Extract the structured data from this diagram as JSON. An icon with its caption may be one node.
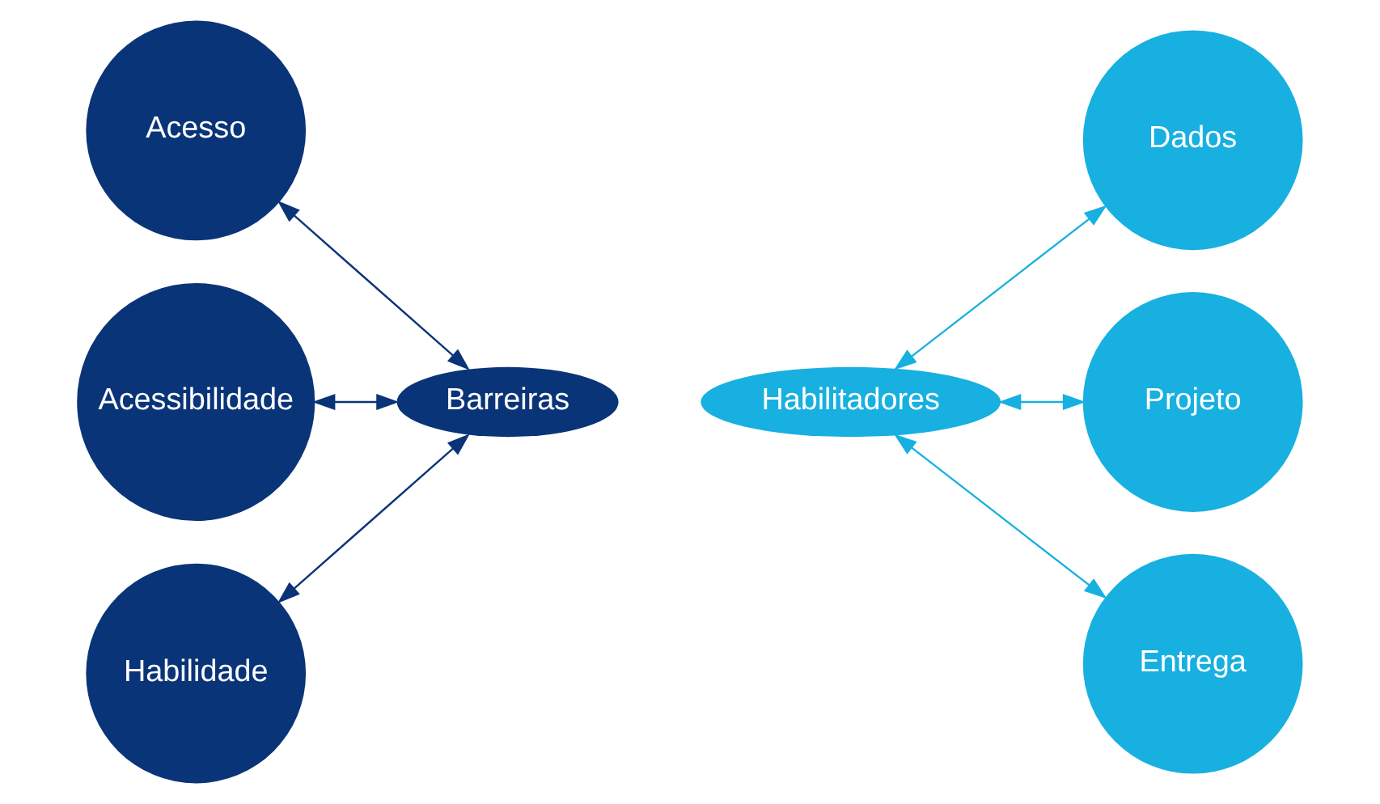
{
  "diagram": {
    "nodes": [
      {
        "text": [
          "Acesso"
        ]
      },
      {
        "text": [
          "Dados"
        ]
      },
      {
        "text": [
          "Acessibilidade"
        ]
      },
      {
        "text": [
          "Barreiras"
        ]
      },
      {
        "text": [
          "Habilitadores"
        ]
      },
      {
        "text": [
          "Projeto"
        ]
      },
      {
        "text": [
          "Habilidade"
        ]
      },
      {
        "text": [
          "Entrega"
        ]
      }
    ],
    "edges": [
      {
        "from": 0,
        "to": 3,
        "arrow": "both",
        "color": "#0a3478"
      },
      {
        "from": 2,
        "to": 3,
        "arrow": "both",
        "color": "#0a3478"
      },
      {
        "from": 6,
        "to": 3,
        "arrow": "both",
        "color": "#0a3478"
      },
      {
        "from": 4,
        "to": 1,
        "arrow": "both",
        "color": "#17b0e0"
      },
      {
        "from": 4,
        "to": 5,
        "arrow": "both",
        "color": "#17b0e0"
      },
      {
        "from": 4,
        "to": 7,
        "arrow": "both",
        "color": "#17b0e0"
      }
    ]
  }
}
